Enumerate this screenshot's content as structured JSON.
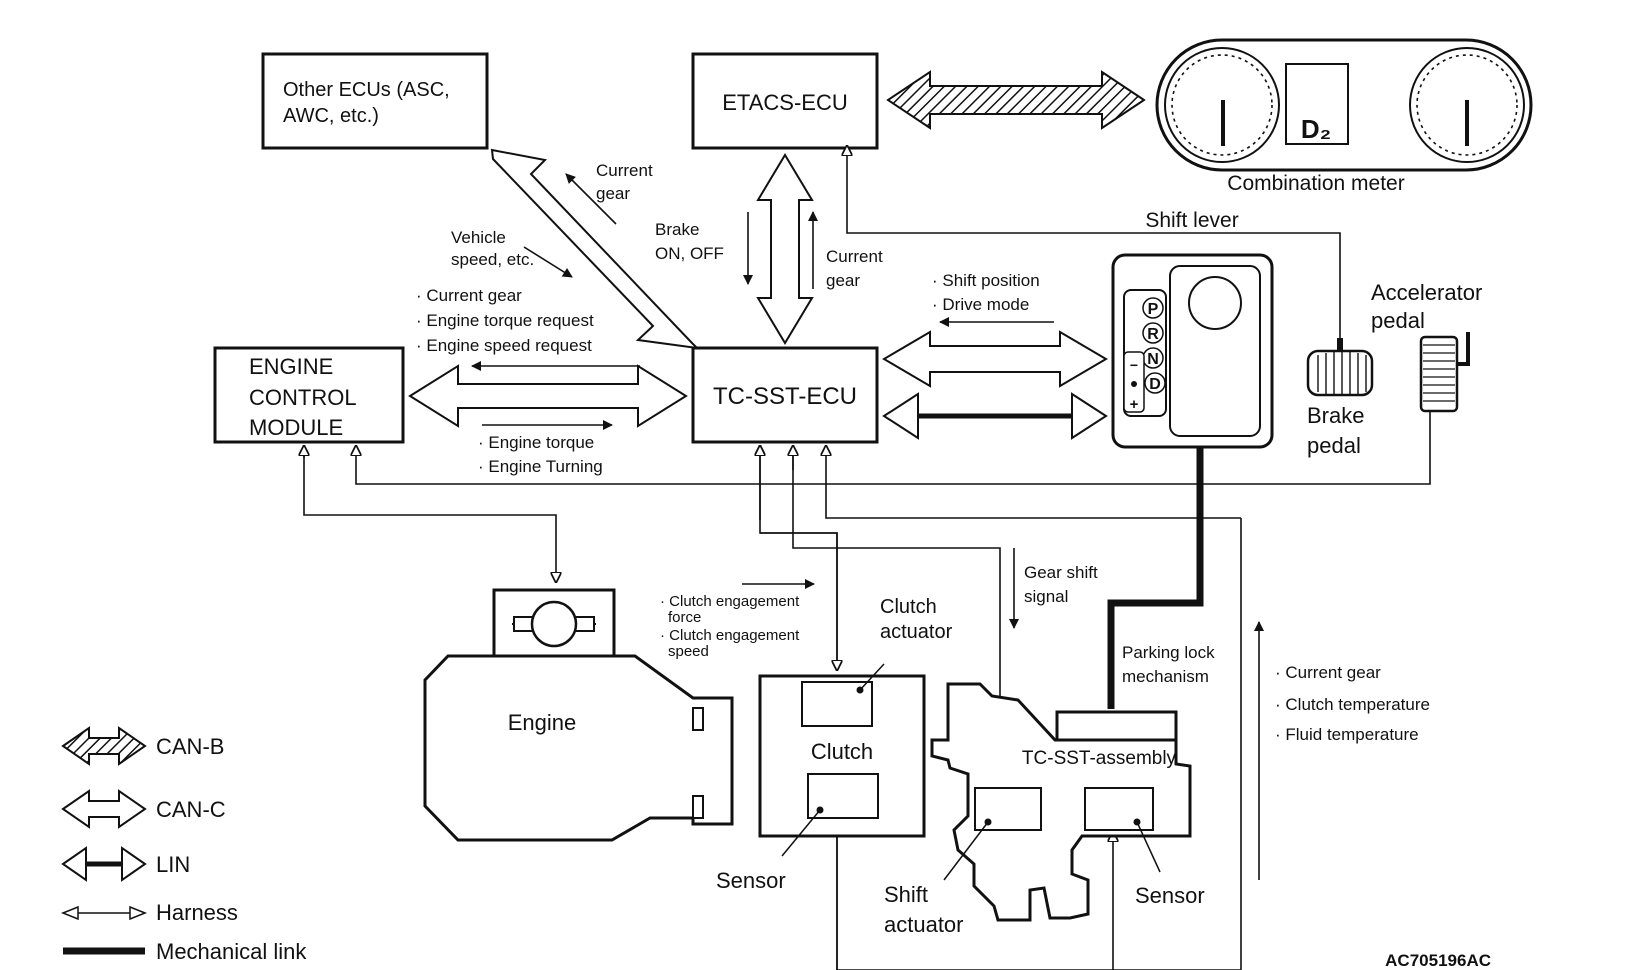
{
  "diagram": {
    "nodes": {
      "other_ecus": {
        "line1": "Other ECUs (ASC,",
        "line2": "AWC, etc.)"
      },
      "etacs_ecu": "ETACS-ECU",
      "combination_meter": {
        "label": "Combination meter",
        "display": "D₂"
      },
      "tc_sst_ecu": "TC-SST-ECU",
      "engine_control_module": {
        "line1": "ENGINE",
        "line2": "CONTROL",
        "line3": "MODULE"
      },
      "shift_lever": {
        "label": "Shift lever",
        "positions": [
          "P",
          "R",
          "N",
          "D"
        ],
        "plus": "+",
        "minus": "−"
      },
      "brake_pedal": {
        "line1": "Brake",
        "line2": "pedal"
      },
      "accelerator_pedal": {
        "line1": "Accelerator",
        "line2": "pedal"
      },
      "engine": "Engine",
      "clutch": {
        "label": "Clutch",
        "actuator_line1": "Clutch",
        "actuator_line2": "actuator",
        "sensor": "Sensor"
      },
      "tc_sst_assembly": {
        "label": "TC-SST-assembly",
        "shift_actuator_line1": "Shift",
        "shift_actuator_line2": "actuator",
        "sensor": "Sensor"
      },
      "parking_lock": {
        "line1": "Parking lock",
        "line2": "mechanism"
      }
    },
    "signals": {
      "current_gear_other": {
        "line1": "Current",
        "line2": "gear"
      },
      "vehicle_speed": {
        "line1": "Vehicle",
        "line2": "speed, etc."
      },
      "brake_on_off": {
        "line1": "Brake",
        "line2": "ON, OFF"
      },
      "current_gear_etacs": {
        "line1": "Current",
        "line2": "gear"
      },
      "ecm_requests": [
        "· Current gear",
        "· Engine torque request",
        "· Engine speed request"
      ],
      "ecm_outputs": [
        "· Engine torque",
        "· Engine Turning"
      ],
      "shift_info": [
        "· Shift position",
        "· Drive mode"
      ],
      "clutch_engagement": [
        "· Clutch engagement",
        "force",
        "· Clutch engagement",
        "speed"
      ],
      "gear_shift_signal": {
        "line1": "Gear shift",
        "line2": "signal"
      },
      "assembly_outputs": [
        "· Current gear",
        "· Clutch temperature",
        "· Fluid temperature"
      ]
    }
  },
  "legend": {
    "can_b": "CAN-B",
    "can_c": "CAN-C",
    "lin": "LIN",
    "harness": "Harness",
    "mechanical_link": "Mechanical link"
  },
  "figure_id": "AC705196AC",
  "colors": {
    "ink": "#111111",
    "background": "#ffffff"
  }
}
